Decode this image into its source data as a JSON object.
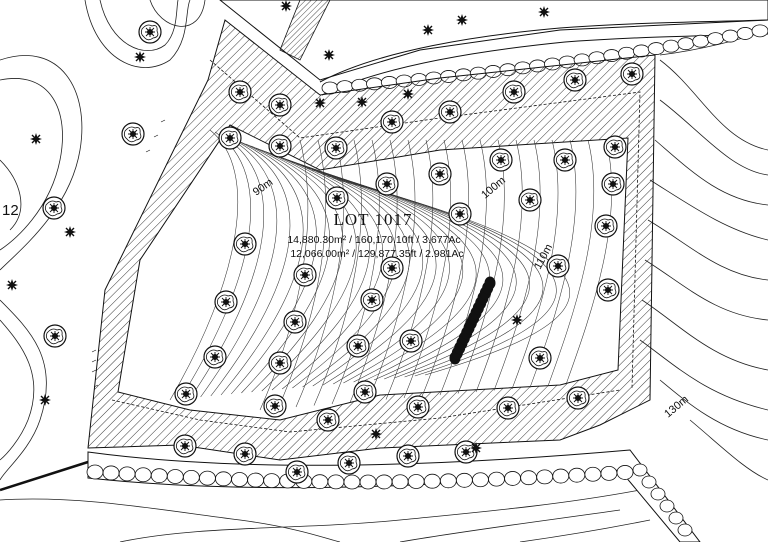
{
  "map": {
    "lot_title": "LOT 1017",
    "area_total": "14,880.30m² / 160,170.10ft / 3.677Ac",
    "area_net": "12,066.00m² / 129,877.35ft / 2.981Ac",
    "neighbor_lot_fragment": "12",
    "contours": [
      "90m",
      "100m",
      "110m",
      "130m"
    ]
  },
  "colors": {
    "ink": "#111111",
    "hatch": "#222222",
    "background": "#ffffff"
  },
  "icons": {
    "tree": "tree-canopy-icon",
    "shrub": "shrub-star-icon",
    "rock_cluster": "rock-cluster-icon"
  }
}
